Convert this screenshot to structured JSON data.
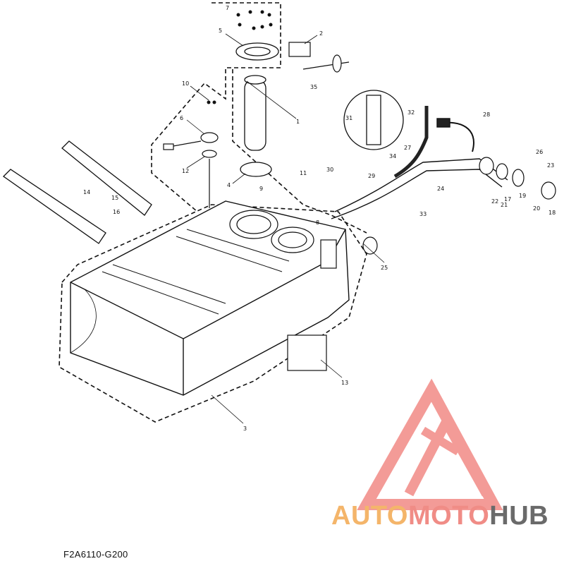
{
  "diagram": {
    "part_labels": [
      "1",
      "2",
      "3",
      "4",
      "5",
      "6",
      "7",
      "8",
      "9",
      "10",
      "11",
      "12",
      "13",
      "14",
      "15",
      "16",
      "17",
      "18",
      "19",
      "20",
      "21",
      "22",
      "23",
      "24",
      "25",
      "26",
      "27",
      "28",
      "29",
      "30",
      "31",
      "32",
      "33",
      "34",
      "35"
    ],
    "code": "F2A6110-G200"
  },
  "watermark": {
    "part1": "AUTO",
    "part2": "MOTO",
    "part3": "HUB",
    "colors": {
      "auto": "#f4b56a",
      "moto": "#f08c86",
      "hub": "#6a6a6a",
      "logo": "#f28a86"
    }
  }
}
